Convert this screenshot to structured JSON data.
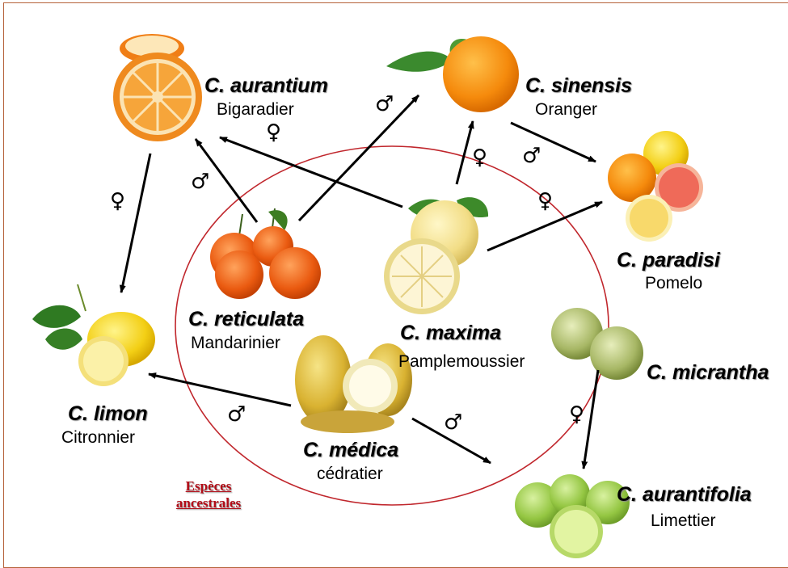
{
  "species": [
    {
      "id": "aurantium",
      "latin": "C. aurantium",
      "common": "Bigaradier"
    },
    {
      "id": "sinensis",
      "latin": "C. sinensis",
      "common": "Oranger"
    },
    {
      "id": "paradisi",
      "latin": "C. paradisi",
      "common": "Pomelo"
    },
    {
      "id": "reticulata",
      "latin": "C. reticulata",
      "common": "Mandarinier"
    },
    {
      "id": "maxima",
      "latin": "C. maxima",
      "common": "Pamplemoussier"
    },
    {
      "id": "micrantha",
      "latin": "C. micrantha",
      "common": ""
    },
    {
      "id": "limon",
      "latin": "C. limon",
      "common": "Citronnier"
    },
    {
      "id": "medica",
      "latin": "C. médica",
      "common": "cédratier"
    },
    {
      "id": "aurantifolia",
      "latin": "C. aurantifolia",
      "common": "Limettier"
    }
  ],
  "symbols": {
    "female": "♀",
    "male": "♂"
  },
  "legend": {
    "line1": "Espèces",
    "line2": "ancestrales"
  },
  "crosses": [
    {
      "from": "maxima",
      "to": "aurantium",
      "parent": "female"
    },
    {
      "from": "reticulata",
      "to": "aurantium",
      "parent": "male"
    },
    {
      "from": "reticulata",
      "to": "sinensis",
      "parent": "male"
    },
    {
      "from": "maxima",
      "to": "sinensis",
      "parent": "female"
    },
    {
      "from": "sinensis",
      "to": "paradisi",
      "parent": "male"
    },
    {
      "from": "maxima",
      "to": "paradisi",
      "parent": "female"
    },
    {
      "from": "aurantium",
      "to": "limon",
      "parent": "female"
    },
    {
      "from": "medica",
      "to": "limon",
      "parent": "male"
    },
    {
      "from": "medica",
      "to": "aurantifolia",
      "parent": "male"
    },
    {
      "from": "micrantha",
      "to": "aurantifolia",
      "parent": "female"
    }
  ],
  "colors": {
    "ellipse": "#c0262c",
    "arrow": "#000000",
    "legend": "#b20d18",
    "frame": "#b5623a"
  }
}
